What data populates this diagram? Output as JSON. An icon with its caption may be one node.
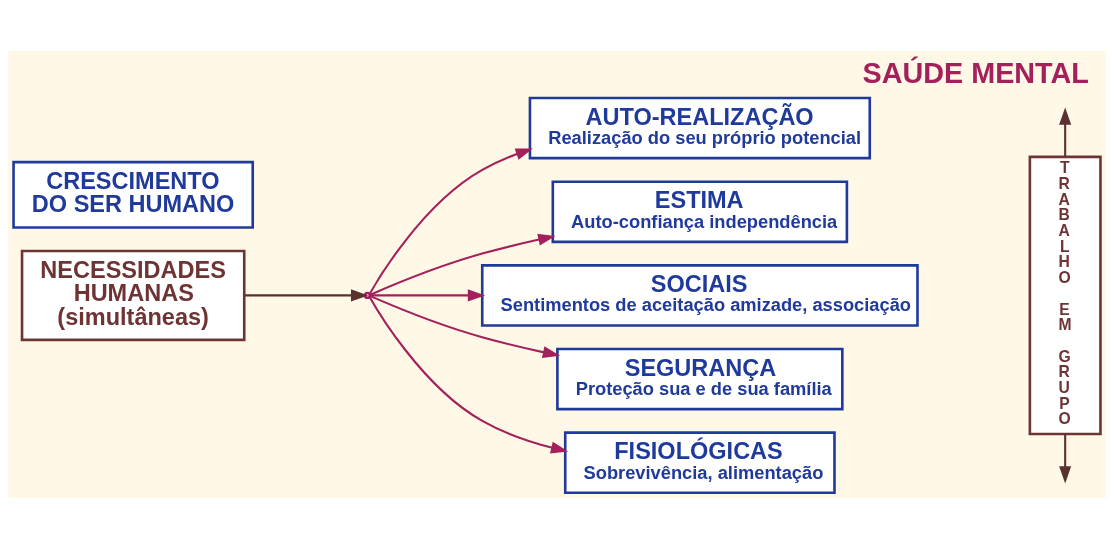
{
  "diagram": {
    "title": "SAÚDE MENTAL",
    "nodes": [
      {
        "text": [
          "CRESCIMENTO DO SER HUMANO"
        ]
      },
      {
        "text": [
          "NECESSIDADES HUMANAS (simultâneas)"
        ]
      },
      {
        "text": [],
        "shape": "point"
      },
      {
        "text": [
          "AUTO-REALIZAÇÃO",
          "Realização do seu próprio potencial"
        ]
      },
      {
        "text": [
          "ESTIMA",
          "Auto-confiança independência"
        ]
      },
      {
        "text": [
          "SOCIAIS",
          "Sentimentos de aceitação amizade, associação"
        ]
      },
      {
        "text": [
          "SEGURANÇA",
          "Proteção sua e de sua família"
        ]
      },
      {
        "text": [
          "FISIOLÓGICAS",
          "Sobrevivência, alimentação"
        ]
      },
      {
        "text": [
          "TRABALHO EM GRUPO"
        ]
      }
    ],
    "edges": [
      {
        "from": 1,
        "to": 2,
        "arrow": "to",
        "color": "#5a3030"
      },
      {
        "from": 2,
        "to": 3,
        "arrow": "to"
      },
      {
        "from": 2,
        "to": 4,
        "arrow": "to"
      },
      {
        "from": 2,
        "to": 5,
        "arrow": "to"
      },
      {
        "from": 2,
        "to": 6,
        "arrow": "to"
      },
      {
        "from": 2,
        "to": 7,
        "arrow": "to"
      },
      {
        "from": 8,
        "to": null,
        "arrow": "to",
        "color": "#5a3030"
      },
      {
        "from": 8,
        "to": null,
        "arrow": "to",
        "color": "#5a3030"
      }
    ]
  }
}
